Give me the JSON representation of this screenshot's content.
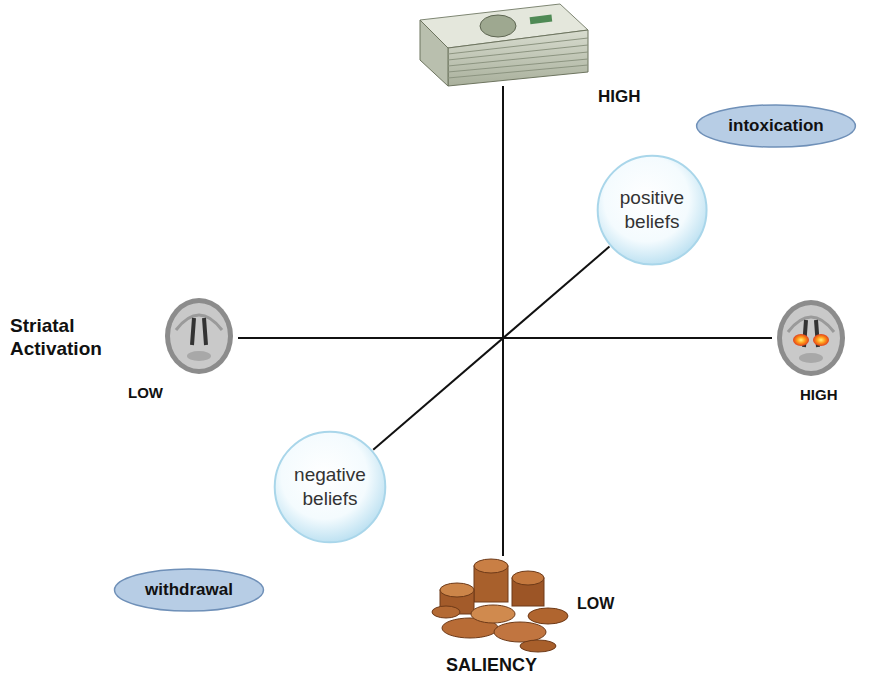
{
  "diagram": {
    "nodes": [
      {
        "text": [
          "intoxication"
        ]
      },
      {
        "text": [
          "positive beliefs"
        ]
      },
      {
        "text": [
          "negative beliefs"
        ]
      },
      {
        "text": [
          "withdrawal"
        ]
      }
    ],
    "edges": [
      {
        "from": 2,
        "to": 1,
        "arrow": "none"
      }
    ],
    "labels": [
      "HIGH",
      "Striatal Activation",
      "LOW",
      "HIGH",
      "LOW",
      "SALIENCY"
    ]
  }
}
